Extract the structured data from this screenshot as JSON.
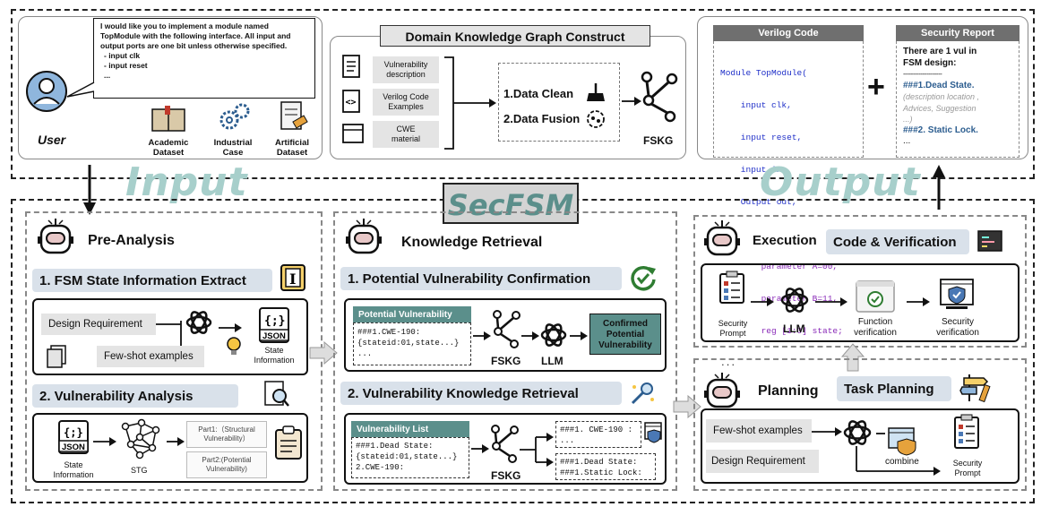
{
  "input_box": {
    "user_label": "User",
    "prompt_text": [
      "I would like you to implement a module named",
      "TopModule with the following interface. All input and",
      "output ports are one bit unless otherwise specified.",
      "- input  clk",
      "- input  reset",
      "..."
    ],
    "datasets": [
      {
        "line1": "Academic",
        "line2": "Dataset"
      },
      {
        "line1": "Industrial",
        "line2": "Case"
      },
      {
        "line1": "Artificial",
        "line2": "Dataset"
      }
    ]
  },
  "kg_box": {
    "title": "Domain Knowledge Graph Construct",
    "sources": [
      {
        "line1": "Vulnerability",
        "line2": "description"
      },
      {
        "line1": "Verilog Code",
        "line2": "Examples"
      },
      {
        "line1": "CWE",
        "line2": "material"
      }
    ],
    "steps": [
      "1.Data Clean",
      "2.Data Fusion"
    ],
    "fskg_label": "FSKG"
  },
  "output_box": {
    "verilog_title": "Verilog Code",
    "verilog_lines": [
      "Module TopModule(",
      "    input clk,",
      "    input reset,",
      "    input in,",
      "    Output out,",
      ");",
      "        parameter A=00,",
      "        parameter B=11,",
      "        reg [1:0] state;",
      "..."
    ],
    "plus": "+",
    "report_title": "Security Report",
    "report_line1": "There are 1 vul in",
    "report_line2": "FSM design:",
    "report_sep": "--------------------",
    "report_item1": "###1.Dead State.",
    "report_detail": "(description location ,",
    "report_detail2": "Advices, Suggestion",
    "report_detail3": "...)",
    "report_item2": "###2. Static Lock.",
    "report_more": "..."
  },
  "big_labels": {
    "input": "Input",
    "output": "Output",
    "center": "SecFSM"
  },
  "pre_analysis": {
    "title": "Pre-Analysis",
    "step1": "1. FSM State Information Extract",
    "design_req": "Design Requirement",
    "few_shot": "Few-shot examples",
    "state_info_line1": "State",
    "state_info_line2": "Information",
    "json": "JSON",
    "json_braces": "{;}",
    "step2": "2. Vulnerability Analysis",
    "stg": "STG",
    "part1_line1": "Part1:（Structural",
    "part1_line2": "Vulnerability）",
    "part2_line1": "Part2:(Potential",
    "part2_line2": "Vulnerability)"
  },
  "knowledge_retrieval": {
    "title": "Knowledge Retrieval",
    "step1": "1. Potential Vulnerability Confirmation",
    "pv_header": "Potential Vulnerability",
    "pv_lines": [
      "###1.CWE-190:",
      "{stateid:01,state...}",
      "..."
    ],
    "fskg": "FSKG",
    "llm": "LLM",
    "confirmed_line1": "Confirmed",
    "confirmed_line2": "Potential",
    "confirmed_line3": "Vulnerability",
    "step2": "2. Vulnerability Knowledge Retrieval",
    "vl_header": "Vulnerability List",
    "vl_lines": [
      "###1.Dead State:",
      "{stateid:01,state...}",
      "2.CWE-190:"
    ],
    "fskg2": "FSKG",
    "out1_lines": [
      "###1. CWE-190 :",
      "..."
    ],
    "out2_lines": [
      "###1.Dead State:",
      "###1.Static Lock:"
    ]
  },
  "execution": {
    "title": "Execution",
    "tag": "Code & Verification",
    "security_prompt_line1": "Security",
    "security_prompt_line2": "Prompt",
    "llm": "LLM",
    "func_line1": "Function",
    "func_line2": "verification",
    "sec_line1": "Security",
    "sec_line2": "verification"
  },
  "planning": {
    "title": "Planning",
    "tag": "Task Planning",
    "few_shot": "Few-shot examples",
    "design_req": "Design Requirement",
    "combine": "combine",
    "security_prompt_line1": "Security",
    "security_prompt_line2": "Prompt"
  },
  "colors": {
    "accent_teal": "#5b8f8b",
    "pale_teal": "#a7cfcb",
    "title_bg": "#d9e1ea",
    "grey_box": "#e4e4e4",
    "code_blue": "#1f2fc8",
    "code_purple": "#8a2bb8"
  }
}
